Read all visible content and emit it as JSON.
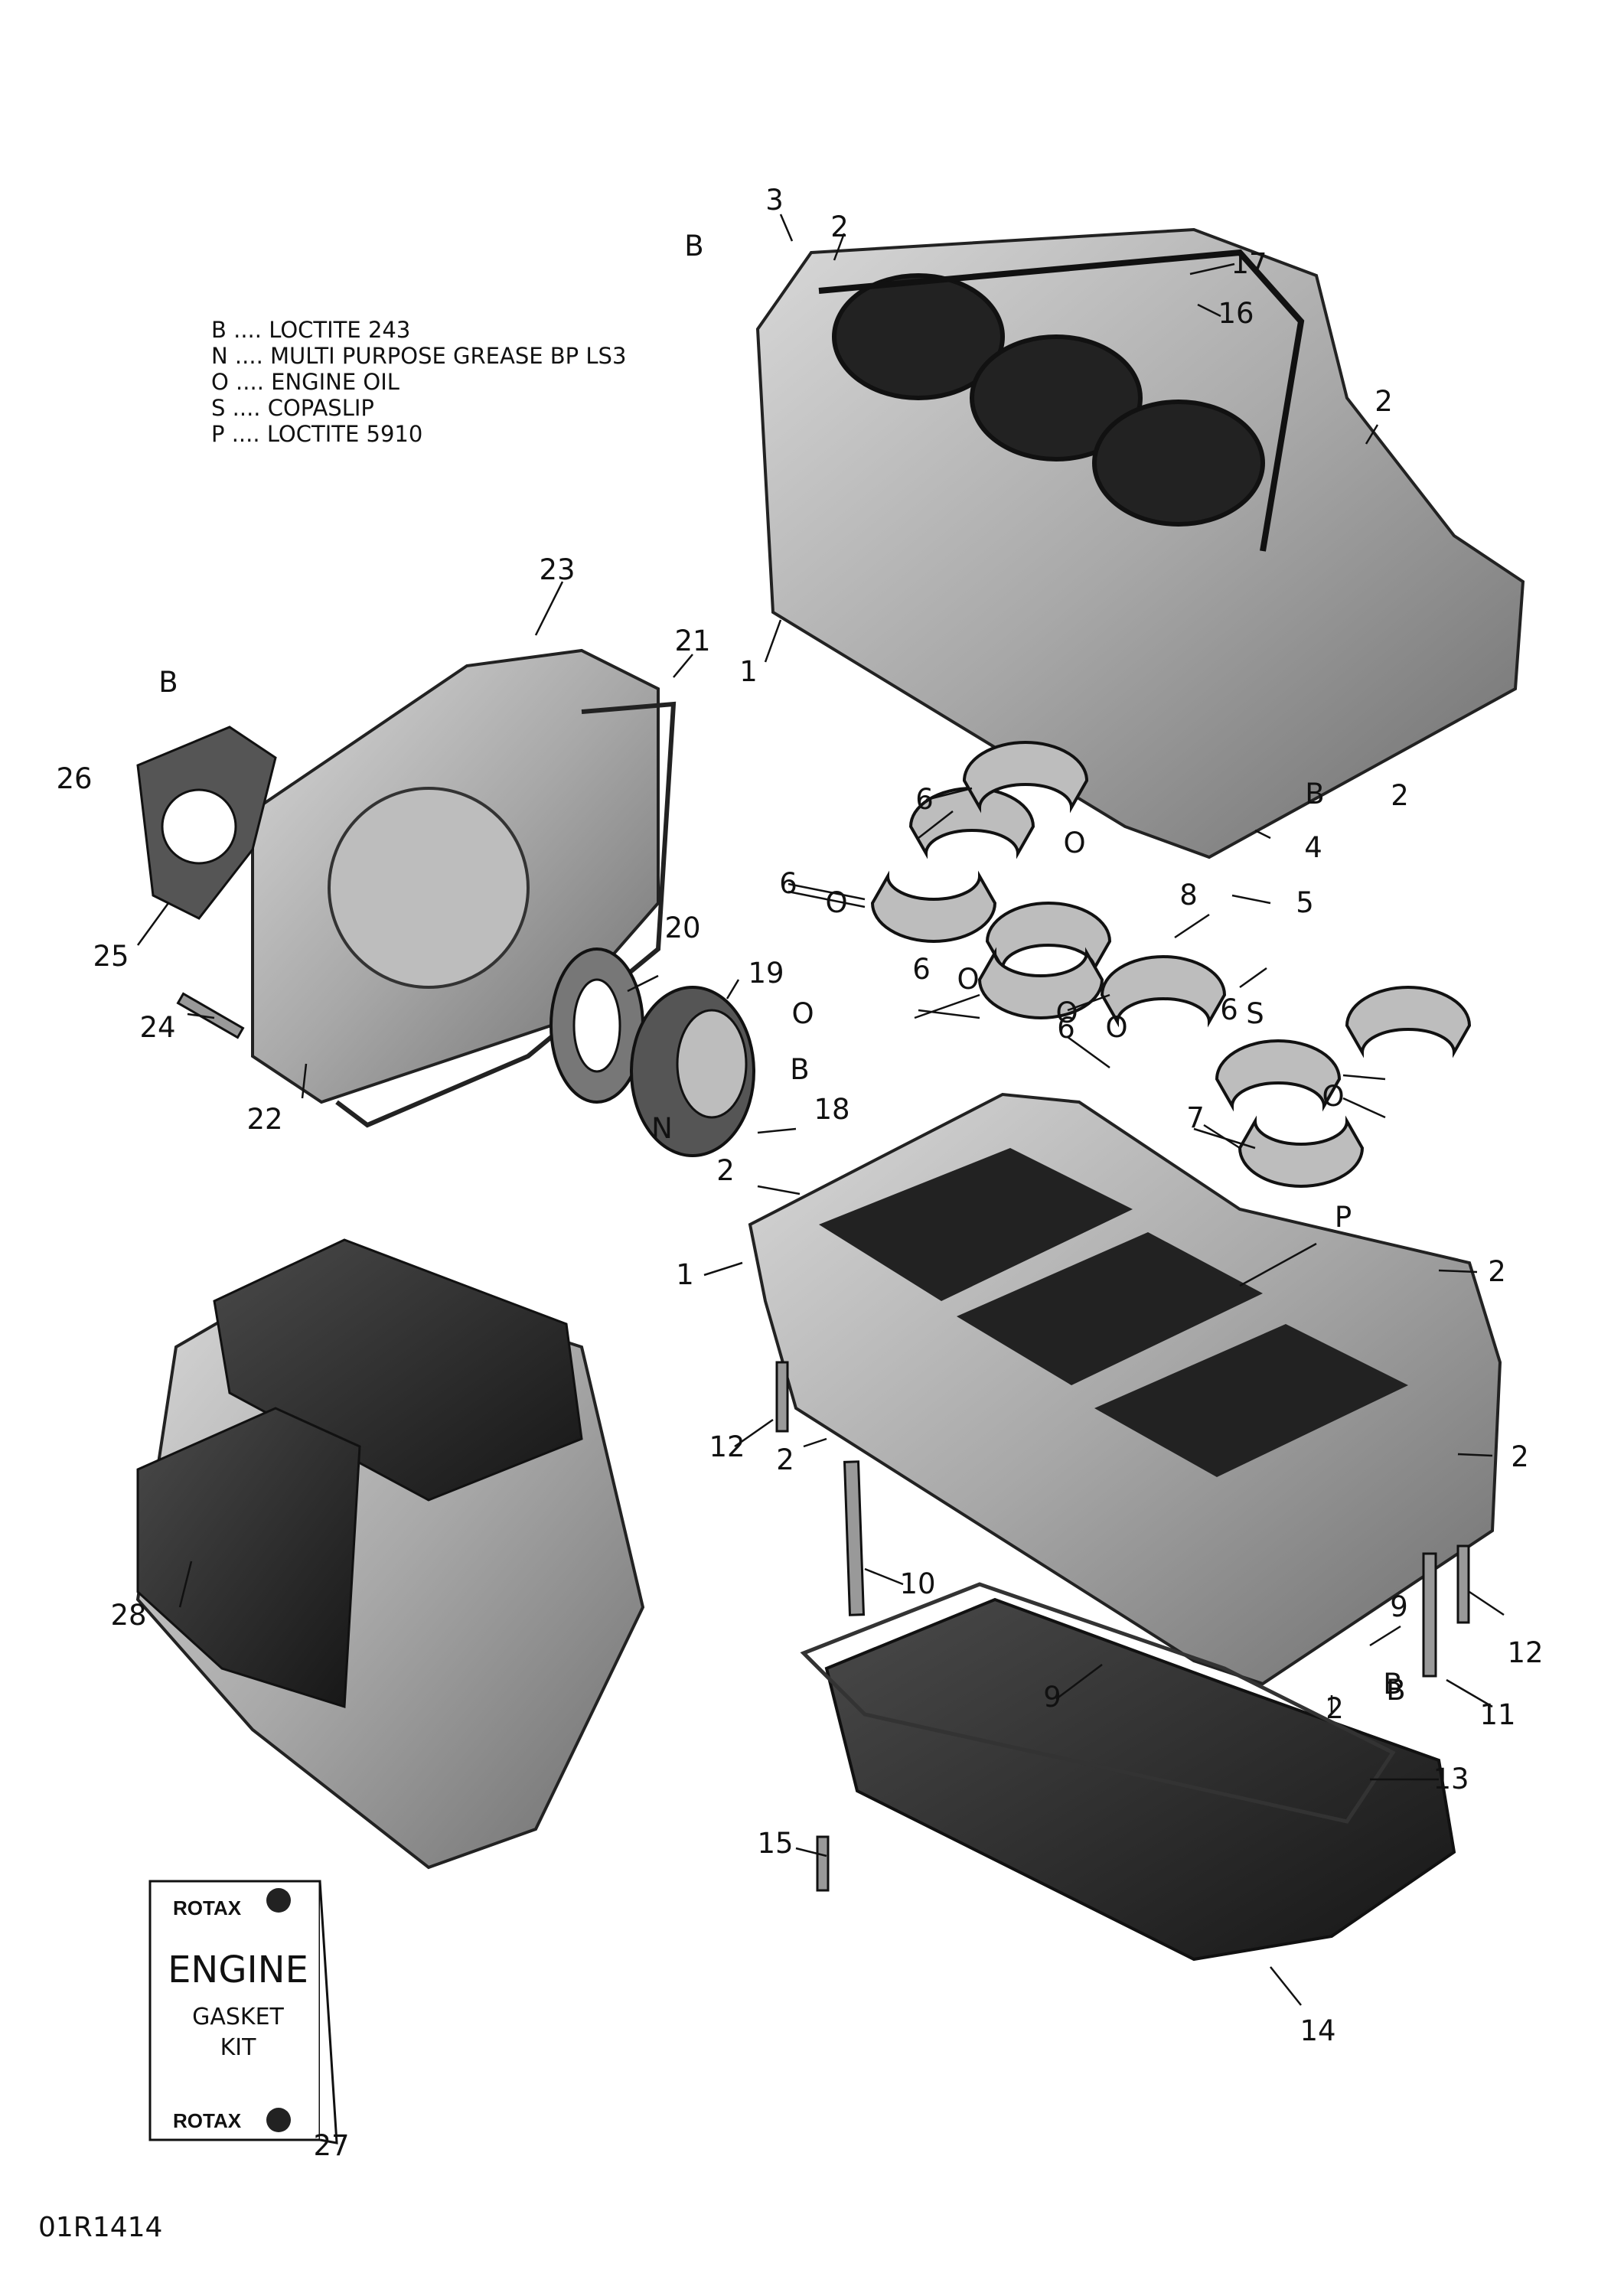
{
  "legend": [
    {
      "code": "B",
      "text": "LOCTITE 243"
    },
    {
      "code": "N",
      "text": "MULTI PURPOSE GREASE BP LS3"
    },
    {
      "code": "O",
      "text": "ENGINE OIL"
    },
    {
      "code": "S",
      "text": "COPASLIP"
    },
    {
      "code": "P",
      "text": "LOCTITE 5910"
    }
  ],
  "legend_separator": " .... ",
  "callouts": [
    "3",
    "2",
    "B",
    "17",
    "16",
    "2",
    "1",
    "23",
    "21",
    "B",
    "26",
    "2",
    "B",
    "4",
    "6",
    "O",
    "6",
    "O",
    "8",
    "5",
    "25",
    "20",
    "19",
    "6",
    "O",
    "6",
    "O",
    "S",
    "O",
    "6",
    "O",
    "24",
    "B",
    "22",
    "N",
    "18",
    "7",
    "O",
    "2",
    "P",
    "2",
    "1",
    "12",
    "2",
    "2",
    "10",
    "9",
    "B",
    "9",
    "12",
    "28",
    "2",
    "B",
    "11",
    "13",
    "15",
    "14",
    "27"
  ],
  "gasket_kit": {
    "brand": "ROTAX",
    "title": "ENGINE",
    "line1": "GASKET",
    "line2": "KIT"
  },
  "reference": "01R1414"
}
